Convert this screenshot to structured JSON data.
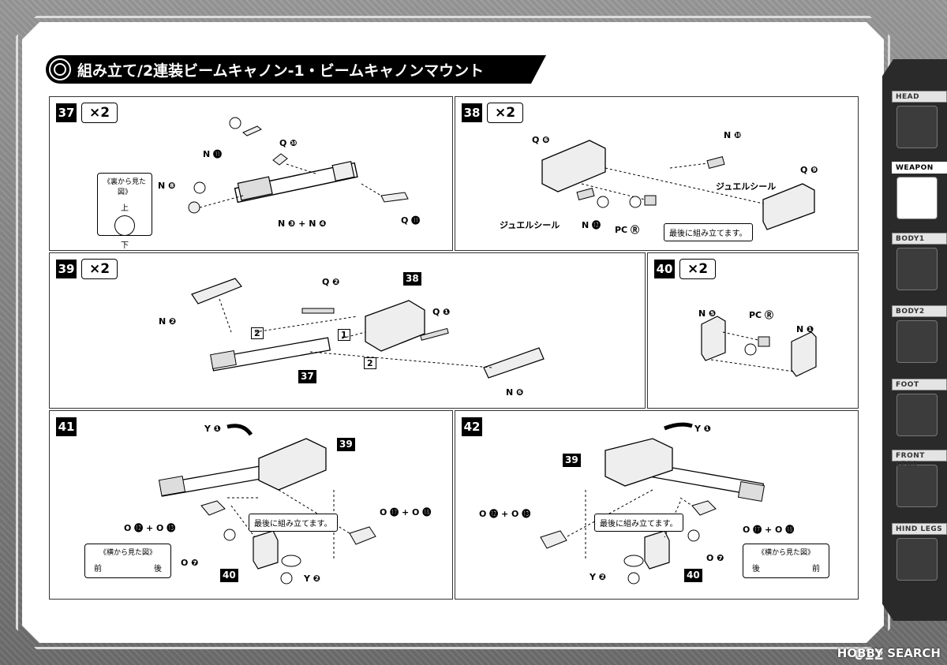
{
  "header": {
    "title": "組み立て/2連装ビームキャノン-1・ビームキャノンマウント"
  },
  "steps": [
    {
      "id": "37",
      "qty": "×2",
      "labels": {
        "n11": "N ⓫",
        "q10": "Q ❿",
        "n8": "N ❽",
        "n3n4": "N ❸ + N ❹",
        "q11": "Q ⓫",
        "callout_title": "《裏から見た図》",
        "callout_top": "上",
        "callout_bottom": "下"
      }
    },
    {
      "id": "38",
      "qty": "×2",
      "labels": {
        "q6": "Q ❻",
        "n10": "N ❿",
        "q9": "Q ❾",
        "jewel1": "ジュエルシール",
        "jewel2": "ジュエルシール",
        "n12": "N ⓬",
        "pcr": "PC Ⓡ",
        "note": "最後に組み立てます。"
      }
    },
    {
      "id": "39",
      "qty": "×2",
      "labels": {
        "n2": "N ❷",
        "q2": "Q ❷",
        "ref38": "38",
        "q1": "Q ❶",
        "n6": "N ❻",
        "ref37": "37",
        "box1": "1",
        "box2a": "2",
        "box2b": "2"
      }
    },
    {
      "id": "40",
      "qty": "×2",
      "labels": {
        "n5": "N ❺",
        "pcr": "PC Ⓡ",
        "n1": "N ❶"
      }
    },
    {
      "id": "41",
      "labels": {
        "y1": "Y ❶",
        "ref39": "39",
        "o12o13": "O ⓬ + O ⓭",
        "o17o18": "O ⓱ + O ⓲",
        "note": "最後に組み立てます。",
        "callout_title": "《横から見た図》",
        "front": "前",
        "back": "後",
        "o7": "O ❼",
        "ref40": "40",
        "y2": "Y ❷"
      }
    },
    {
      "id": "42",
      "labels": {
        "y1": "Y ❶",
        "ref39": "39",
        "o12o13": "O ⓬ + O ⓭",
        "o17o18": "O ⓱ + O ⓲",
        "note": "最後に組み立てます。",
        "callout_title": "《横から見た図》",
        "back": "後",
        "front": "前",
        "o7": "O ❼",
        "ref40": "40",
        "y2": "Y ❷"
      }
    }
  ],
  "sidebar": {
    "items": [
      {
        "label": "HEAD",
        "active": false
      },
      {
        "label": "WEAPON",
        "active": true
      },
      {
        "label": "BODY1",
        "active": false
      },
      {
        "label": "BODY2",
        "active": false
      },
      {
        "label": "FOOT",
        "active": false
      },
      {
        "label": "FRONT LEGS",
        "active": false
      },
      {
        "label": "HIND LEGS",
        "active": false
      }
    ]
  },
  "footer": {
    "page": "012",
    "watermark": "HOBBY SEARCH"
  }
}
